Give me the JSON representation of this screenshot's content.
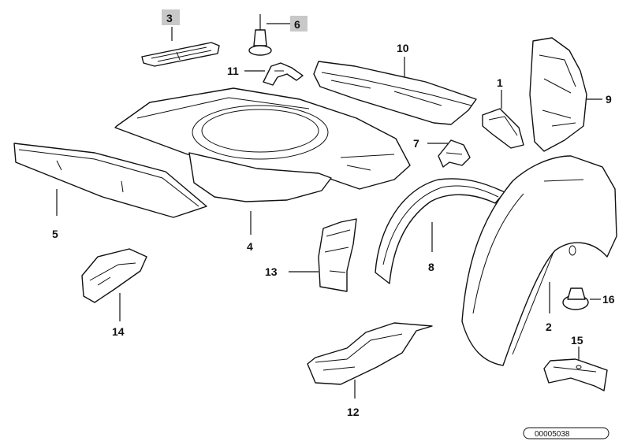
{
  "callouts": {
    "c1": "1",
    "c2": "2",
    "c3": "3",
    "c4": "4",
    "c5": "5",
    "c6": "6",
    "c7": "7",
    "c8": "8",
    "c9": "9",
    "c10": "10",
    "c11": "11",
    "c12": "12",
    "c13": "13",
    "c14": "14",
    "c15": "15",
    "c16": "16"
  },
  "highlighted_callouts": [
    "3",
    "6"
  ],
  "highlight_color": "#c8c8c8",
  "reference_number": "00005038"
}
